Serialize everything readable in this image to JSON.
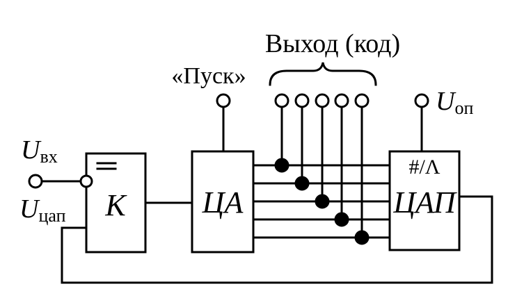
{
  "labels": {
    "output_code": "Выход (код)",
    "start": "«Пуск»",
    "u_in_main": "U",
    "u_in_sub": "вх",
    "u_dac_main": "U",
    "u_dac_sub": "цап",
    "u_ref_main": "U",
    "u_ref_sub": "оп",
    "comparator": "K",
    "counter": "ЦА",
    "dac": "ЦАП",
    "dac_symbol": "#/Λ",
    "comparator_symbol": "="
  },
  "output_bits": 5
}
